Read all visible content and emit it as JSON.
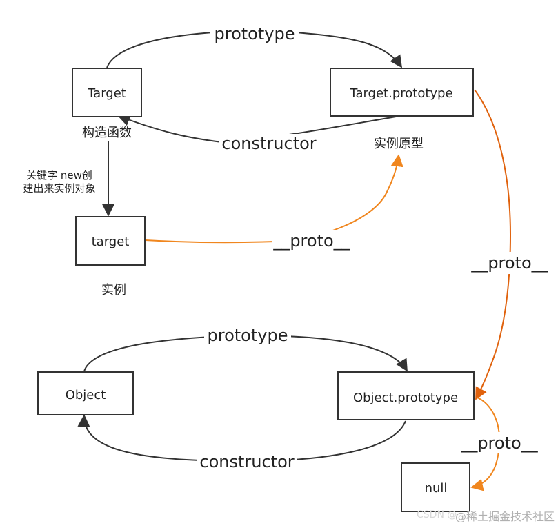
{
  "nodes": {
    "target_ctor": "Target",
    "target_proto": "Target.prototype",
    "instance": "target",
    "object_ctor": "Object",
    "object_proto": "Object.prototype",
    "null_node": "null"
  },
  "edge_labels": {
    "prototype_top": "prototype",
    "constructor_top": "constructor",
    "proto_instance": "__proto__",
    "proto_right": "__proto__",
    "prototype_bottom": "prototype",
    "constructor_bottom": "constructor",
    "proto_null": "__proto__"
  },
  "captions": {
    "ctor_caption": "构造函数",
    "proto_caption": "实例原型",
    "instance_caption": "实例",
    "new_line1": "关键字 new创",
    "new_line2": "建出来实例对象"
  },
  "watermark": {
    "ghost": "CSDN @",
    "text": "@稀土掘金技术社区"
  },
  "colors": {
    "dark_arrow": "#333333",
    "orange_light": "#f0861e",
    "orange_dark": "#e0620d"
  }
}
